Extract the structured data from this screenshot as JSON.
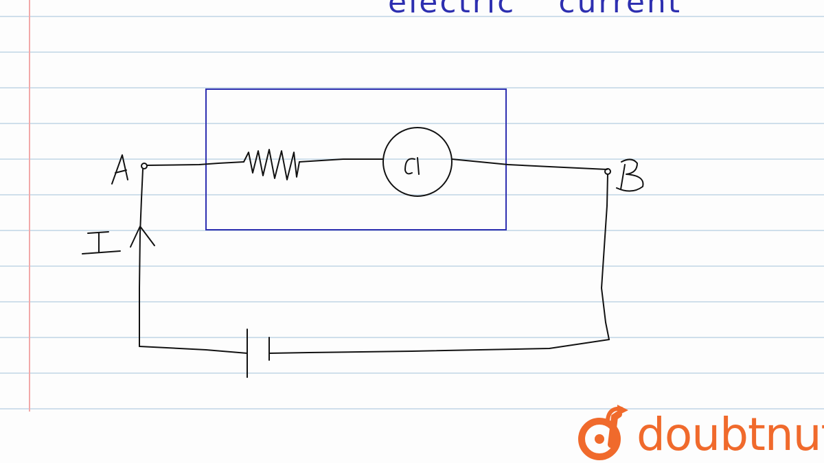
{
  "heading": {
    "word1": "electric",
    "word2": "current"
  },
  "labels": {
    "point_a": "A",
    "point_b": "B",
    "current": "I",
    "galvanometer": "G"
  },
  "brand": {
    "name": "doubtnut",
    "color": "#f06a2c"
  },
  "colors": {
    "ink": "#111111",
    "blue_ink": "#2d2fb0",
    "rule_line": "#cfe0ee",
    "margin_line": "#f2a9a9"
  }
}
